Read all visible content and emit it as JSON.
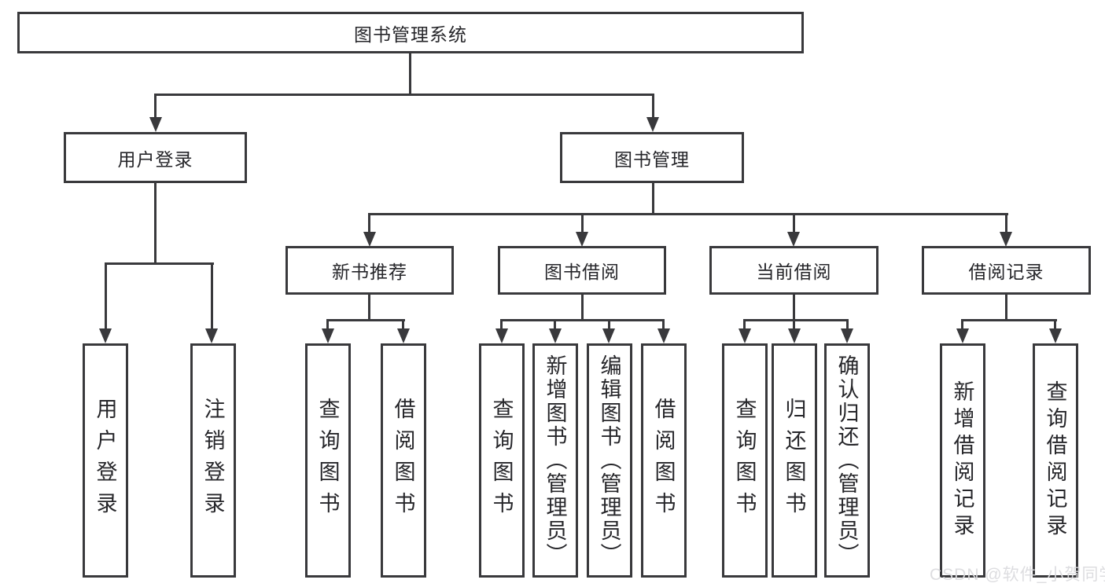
{
  "diagram": {
    "root": {
      "label": "图书管理系统"
    },
    "level2": [
      {
        "label": "用户登录"
      },
      {
        "label": "图书管理"
      }
    ],
    "level3": [
      {
        "label": "新书推荐"
      },
      {
        "label": "图书借阅"
      },
      {
        "label": "当前借阅"
      },
      {
        "label": "借阅记录"
      }
    ],
    "leaves": [
      {
        "label": "用户登录"
      },
      {
        "label": "注销登录"
      },
      {
        "label": "查询图书"
      },
      {
        "label": "借阅图书"
      },
      {
        "label": "查询图书"
      },
      {
        "label": "新增图书（管理员）"
      },
      {
        "label": "编辑图书（管理员）"
      },
      {
        "label": "借阅图书"
      },
      {
        "label": "查询图书"
      },
      {
        "label": "归还图书"
      },
      {
        "label": "确认归还（管理员）"
      },
      {
        "label": "新增借阅记录"
      },
      {
        "label": "查询借阅记录"
      }
    ],
    "watermark": {
      "label": "CSDN @软件_小贺同学"
    },
    "colors": {
      "line": "#39393c",
      "text": "#26262a",
      "watermark": "#dbdbde"
    }
  }
}
